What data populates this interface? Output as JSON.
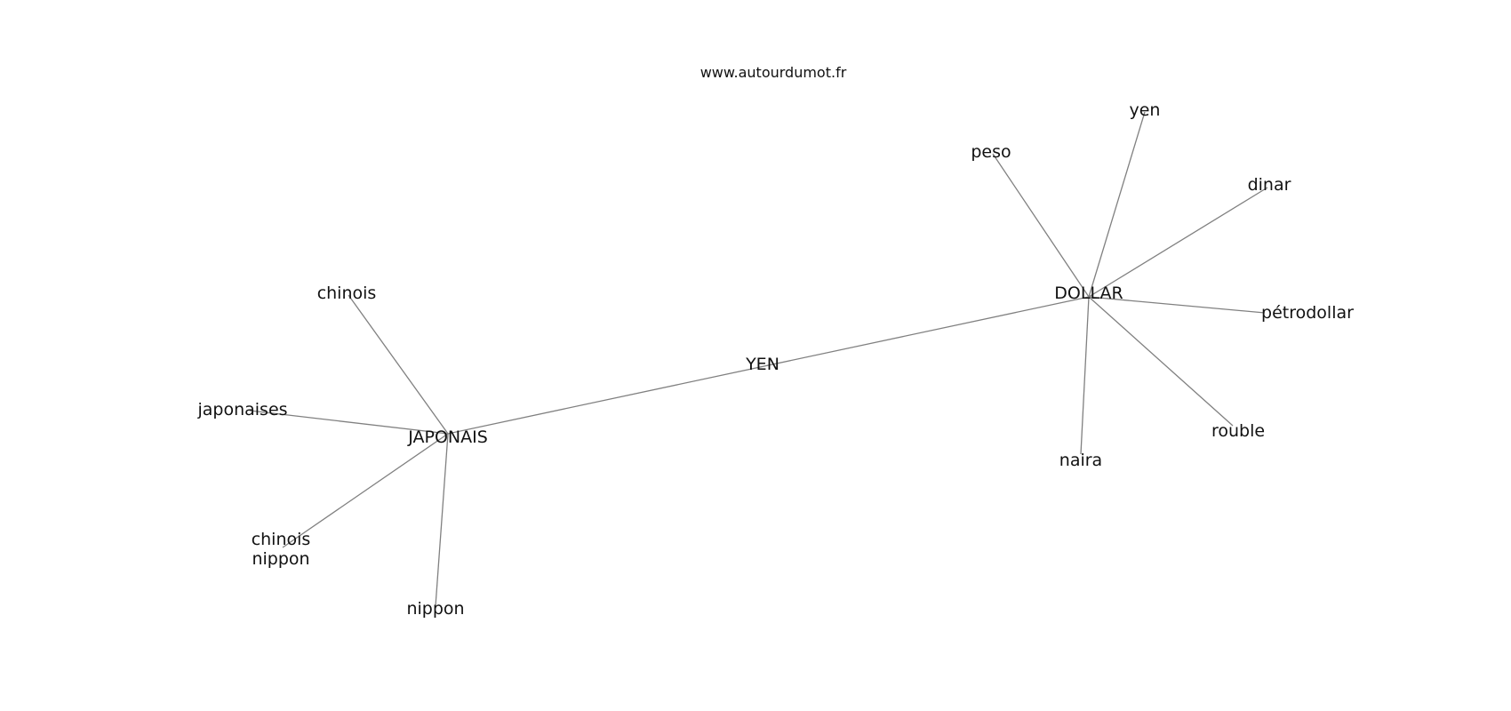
{
  "site": "www.autourdumot.fr",
  "graph": {
    "center": "YEN",
    "nodes": [
      {
        "id": "yen_center",
        "label": "YEN"
      },
      {
        "id": "japonais",
        "label": "JAPONAIS"
      },
      {
        "id": "dollar",
        "label": "DOLLAR"
      },
      {
        "id": "chinois",
        "label": "chinois"
      },
      {
        "id": "japonaises",
        "label": "japonaises"
      },
      {
        "id": "chinois_nippon",
        "label": "chinois\nnippon"
      },
      {
        "id": "nippon",
        "label": "nippon"
      },
      {
        "id": "peso",
        "label": "peso"
      },
      {
        "id": "yen",
        "label": "yen"
      },
      {
        "id": "dinar",
        "label": "dinar"
      },
      {
        "id": "petrodollar",
        "label": "pétrodollar"
      },
      {
        "id": "rouble",
        "label": "rouble"
      },
      {
        "id": "naira",
        "label": "naira"
      }
    ],
    "edges": [
      [
        "japonais",
        "dollar"
      ],
      [
        "japonais",
        "chinois"
      ],
      [
        "japonais",
        "japonaises"
      ],
      [
        "japonais",
        "chinois_nippon"
      ],
      [
        "japonais",
        "nippon"
      ],
      [
        "dollar",
        "peso"
      ],
      [
        "dollar",
        "yen"
      ],
      [
        "dollar",
        "dinar"
      ],
      [
        "dollar",
        "petrodollar"
      ],
      [
        "dollar",
        "rouble"
      ],
      [
        "dollar",
        "naira"
      ]
    ]
  }
}
